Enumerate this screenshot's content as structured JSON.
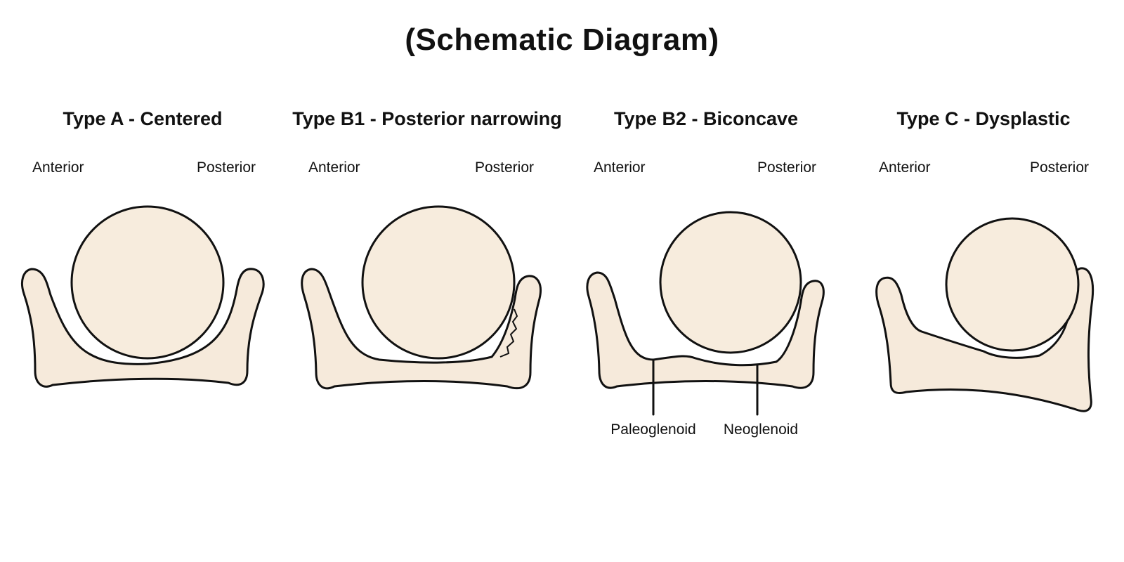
{
  "title": "(Schematic Diagram)",
  "colors": {
    "bone": "#f6eadb",
    "head": "#f7ecdd",
    "outline": "#111111",
    "background": "#ffffff"
  },
  "panels": [
    {
      "title": "Type A - Centered",
      "anterior": "Anterior",
      "posterior": "Posterior"
    },
    {
      "title": "Type B1 - Posterior narrowing",
      "anterior": "Anterior",
      "posterior": "Posterior"
    },
    {
      "title": "Type B2 - Biconcave",
      "anterior": "Anterior",
      "posterior": "Posterior",
      "callouts": {
        "left": "Paleoglenoid",
        "right": "Neoglenoid"
      }
    },
    {
      "title": "Type C - Dysplastic",
      "anterior": "Anterior",
      "posterior": "Posterior"
    }
  ]
}
